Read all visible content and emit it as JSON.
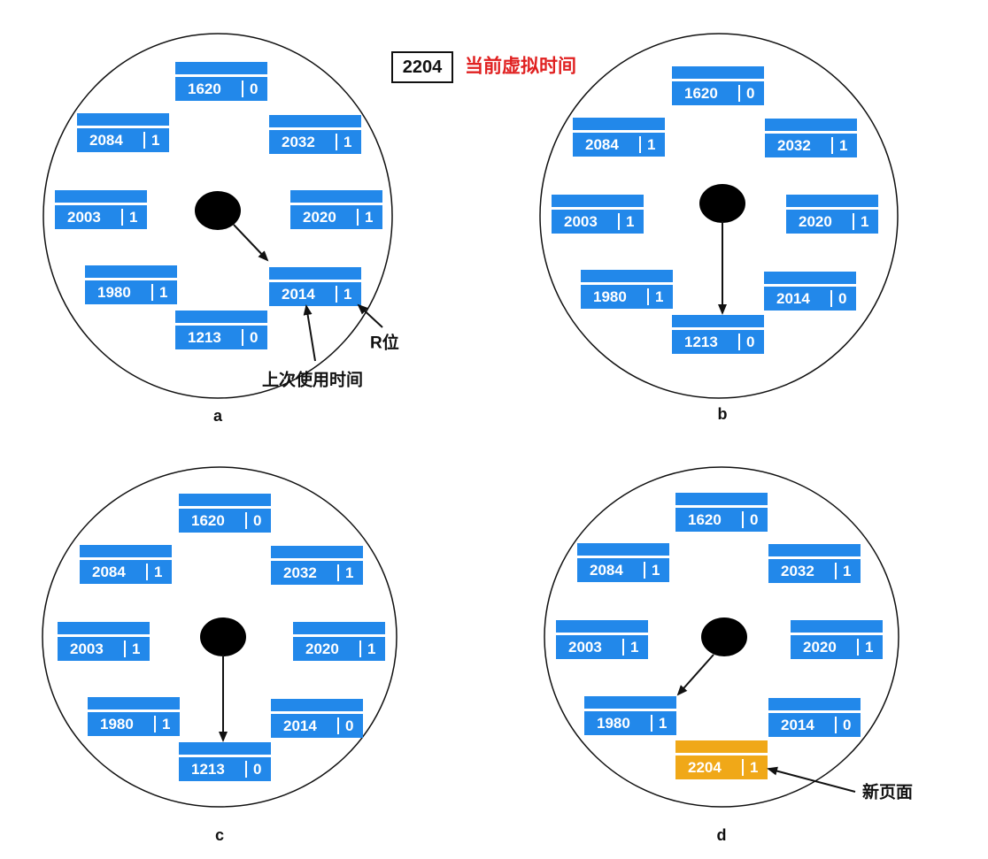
{
  "virtual_time": {
    "value": "2204",
    "label": "当前虚拟时间"
  },
  "colors": {
    "page_normal": "#2288ea",
    "page_new": "#f0a818",
    "label_red": "#e02020",
    "ink": "#111111"
  },
  "panels": [
    {
      "letter": "a",
      "pointer_target": "2014",
      "pages": [
        {
          "time": "1620",
          "r": "0"
        },
        {
          "time": "2032",
          "r": "1"
        },
        {
          "time": "2020",
          "r": "1"
        },
        {
          "time": "2014",
          "r": "1"
        },
        {
          "time": "1213",
          "r": "0"
        },
        {
          "time": "1980",
          "r": "1"
        },
        {
          "time": "2003",
          "r": "1"
        },
        {
          "time": "2084",
          "r": "1"
        }
      ],
      "annotations": {
        "r_bit": "R位",
        "last_used_time": "上次使用时间"
      }
    },
    {
      "letter": "b",
      "pointer_target": "1213",
      "pages": [
        {
          "time": "1620",
          "r": "0"
        },
        {
          "time": "2032",
          "r": "1"
        },
        {
          "time": "2020",
          "r": "1"
        },
        {
          "time": "2014",
          "r": "0"
        },
        {
          "time": "1213",
          "r": "0"
        },
        {
          "time": "1980",
          "r": "1"
        },
        {
          "time": "2003",
          "r": "1"
        },
        {
          "time": "2084",
          "r": "1"
        }
      ]
    },
    {
      "letter": "c",
      "pointer_target": "1213",
      "pages": [
        {
          "time": "1620",
          "r": "0"
        },
        {
          "time": "2032",
          "r": "1"
        },
        {
          "time": "2020",
          "r": "1"
        },
        {
          "time": "2014",
          "r": "0"
        },
        {
          "time": "1213",
          "r": "0"
        },
        {
          "time": "1980",
          "r": "1"
        },
        {
          "time": "2003",
          "r": "1"
        },
        {
          "time": "2084",
          "r": "1"
        }
      ]
    },
    {
      "letter": "d",
      "pointer_target": "1980",
      "pages": [
        {
          "time": "1620",
          "r": "0"
        },
        {
          "time": "2032",
          "r": "1"
        },
        {
          "time": "2020",
          "r": "1"
        },
        {
          "time": "2014",
          "r": "0"
        },
        {
          "time": "2204",
          "r": "1",
          "is_new": true
        },
        {
          "time": "1980",
          "r": "1"
        },
        {
          "time": "2003",
          "r": "1"
        },
        {
          "time": "2084",
          "r": "1"
        }
      ],
      "annotations": {
        "new_page": "新页面"
      }
    }
  ]
}
